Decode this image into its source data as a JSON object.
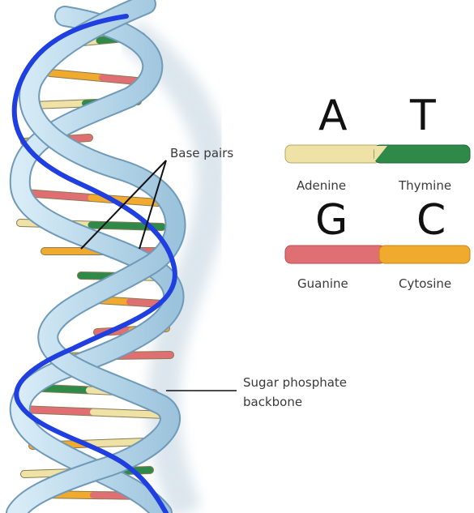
{
  "labels": {
    "base_pairs": "Base pairs",
    "backbone_line1": "Sugar phosphate",
    "backbone_line2": "backbone"
  },
  "legend": [
    {
      "left_letter": "A",
      "right_letter": "T",
      "left_name": "Adenine",
      "right_name": "Thymine",
      "left_color": "#efe2a6",
      "right_color": "#2f8a4a"
    },
    {
      "left_letter": "G",
      "right_letter": "C",
      "left_name": "Guanine",
      "right_name": "Cytosine",
      "left_color": "#e06f73",
      "right_color": "#f0aa2e"
    }
  ],
  "colors": {
    "backbone_ribbon": "#b9d8ea",
    "backbone_edge": "#6f9ab8",
    "overlay_curve": "#1f3fe0",
    "adenine": "#efe2a6",
    "thymine": "#2f8a4a",
    "guanine": "#e06f73",
    "cytosine": "#f0aa2e"
  }
}
